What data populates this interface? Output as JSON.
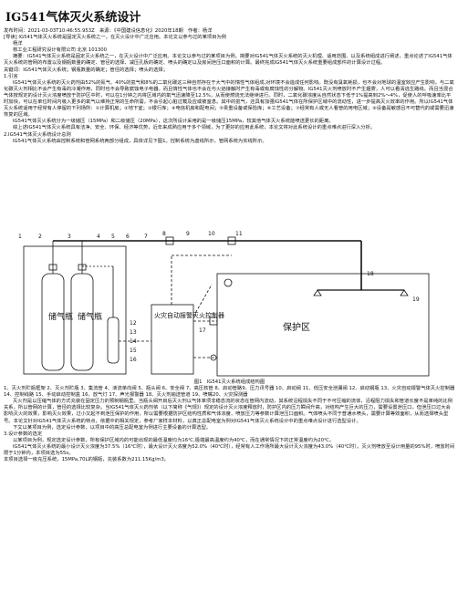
{
  "title": "IG541气体灭火系统设计",
  "meta_line": "发布时间：2021-03-03T10:46:55.953Z　来源：《中国建设信息化》2020年18期　作者：杨洋",
  "guide": "[导读] IG541气体灭火系统是固定灭火系统之一，在灭火设计中广泛应用。本论文以参与过的某项目为例",
  "author": "杨洋",
  "affiliation": "核工业工程研究设计有限公司 北京 101300",
  "abstract": "摘要：IG541气体灭火系统是固定灭火系统之一，在灭火设计中广泛应用。本论文以参与过的某项目为例，简要对IG541气体灭火系统的灭火机理、适用范围、以及系统组成进行阐述，重点论述了IG541气体灭火系统的管网的布置以及钢瓶数量的确定、管径的选择、减压孔板的确定、喷头的确定以及房间泄压口面积的计算。最终完成IG541气体灭火系统重要组成部件的计算设计过程。",
  "keywords": "关键词：IG541气体灭火系统；钢瓶数量的确定；管径的选择；喷头的选择；",
  "sec1_heading": "1.引言",
  "intro_p1": "IG541气体灭火系统的灭火药剂由52%的氮气、40%的氩气和8%的二氧化碳这三种自然存在于大气中的惰性气体组成,对环境不会造成任何影响。既没有臭氧耗损，也不会对地球的温室效应产生影响，与二氧化碳灭火剂相比不会产生有毒的冷凝作用，同时也不会导致腐蚀电子电器。而且惰性气体也不会在与火焰接触时产生有毒或有腐蚀性的分解物。IG541灭火剂喷放时不产生烟雾，人可以看清逃生路线。而且当混合气体按规定的设计灭火浓度喷放于防护区中时，可以在1分钟之内将区域内的氧气迅速降至12.5%，从而使燃烧无法继续进行。同时，二氧化碳浓度从自然状态下低于1%提高到2%～4%，促使人的呼吸速率比平时加快，可以在单位时间内吸入更多的氧气以维持正常的生命所需，不会引起心脏过载及应或被窒息。其中的氩气，还具有加强IG541气体在所保护区域中的流动性，进一步提高灭火效率的作用。所以IG541气体灭火系统适用于经常有人停留的下列场所：①计算机房；②地下室；③银行库；④电信机房和配电间；⑤贵重设备或保险库；⑥工艺设备；⑦经常有人或无人看管的用电区域；⑧设备是敏感且不可替代的或需要迅速恢复的区域。",
  "intro_p2": "IG541气体灭火系统分为一级储压（15MPa）和二级储压（20MPa），这次所设计采用的是一级储压15MPa，较其他气体灭火系统能喷送更长的距离。",
  "intro_p3": "综上述IG541气体灭火系统具有洁净、安全、环保、经济等优势，近年来成熟应用于多个领域，为了更好的应用此系统，本论文将对此系统设计的重点难点进行深入分析。",
  "sec2_heading": "2.IG541气体灭火系统设计总则",
  "sec2_p1": "IG541气体灭火系统由控制系统和管网系统两部分组成，具体详见下图1。控制系统为虚线所示，管网系统为实线所示。",
  "figure": {
    "label_cyl_a": "储气瓶",
    "label_cyl_b": "储气瓶",
    "label_ctrl": "火灾自动报警灭火控制器",
    "label_zone": "保护区",
    "num_top_1": "1",
    "num_top_2": "2",
    "num_top_3": "3",
    "num_top_4": "4",
    "num_top_5": "5",
    "num_top_6": "6",
    "num_top_7": "7",
    "num_top_8": "8",
    "num_top_9": "9",
    "num_top_10": "10",
    "num_top_11": "11",
    "num_side_12": "12",
    "num_side_13": "13",
    "num_side_14": "14",
    "num_side_15": "15",
    "num_side_16": "16",
    "num_side_17": "17",
    "num_side_18": "18",
    "num_side_19": "19",
    "caption": "图1　IG541灭火系统组成结构图"
  },
  "legend_line": "1、灭火剂贮瓶框架 2、灭火剂贮瓶 3、集流管 4、液流单向阀 5、瓶头阀 6、安全阀 7、高压软管 8、启动管路9、压力讯号器 10、启动阀 11、低压安全泄漏阀 12、启动钢瓶 13、火灾自动报警气体灭火控制器 14、控制线路 15、手动启动控制盒 16、放气灯 17、声光报警器 18、灭火剂输送管道 19、喷嘴20、火灾探测器",
  "body_p1": "灭火剂是以压缩气体的方式充装在固定压力的预制钢瓶里。当瓶头阀开启后灭火剂以气体单项非稳态流的状态在管网内流动，其系统沿程损失不同于不可压缩的流体，沿程阻力损失和管道长度不是单纯的比例关系，所以管网的计算，管径的选择比较复杂。当IG541气体灭火药剂依（以下简称《气规》）规定的设计灭火浓度释放时，防护区内的压力瞬间升高，对结构产生巨大的压力，需要设置泄压口，但泄压口过大会影响灭火的效果，影响灭火效果，过小又起不到泄压保护的作用，所以需要根据防护区结构性质和气体浓度、喷放压力等参数计算泄压口面积。气体喷头不同于普通水喷头，需要计算等效面积，从而选择喷头型号。本论文针对IG541气体灭火系统的特点，依据中的相关规定，参考厂家样本材料，以真正总配电室为例对IG541气体灭火系统设计中的重点难点设计进行选型设计。",
  "body_p2": "下文以某项目为例，选定设计参数，以项目中的高压总配电室为例进行主要设备的计算选型。",
  "sec3_heading": "3.设计参数的选定",
  "body_p3": "以某项目为例，规定选定设计参数，所有保护区域内的可能出现的最低温度均为16℃,极端最高温度约为40℃，而在通常情况下的正常温度约为20℃。",
  "body_p4": "IG541气体灭火系统的最小设计灭火浓度为37.5%（16℃时），最大设计灭火浓度为52.0%（40℃时），经常有人工作场所最大设计灭火浓度为43.0%（40℃时）。灭火剂喷放至设计用量的95%时，喷放时间限于1分钟内，本项目选为55s。",
  "body_p5": "本项目选择一级充压系统，15MPa,70L的钢瓶，充装系数为211.15Kg/m3。"
}
